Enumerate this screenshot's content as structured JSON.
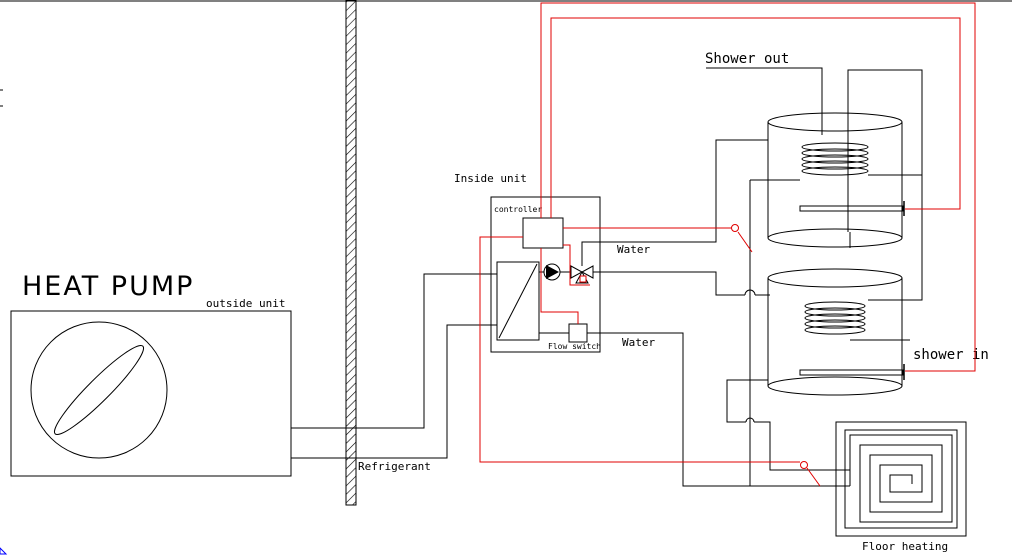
{
  "labels": {
    "heat_pump": "HEAT PUMP",
    "outside_unit": "outside unit",
    "refrigerant": "Refrigerant",
    "inside_unit": "Inside unit",
    "controller": "controller",
    "flow_switch": "Flow switch",
    "water_top": "Water",
    "water_bottom": "Water",
    "shower_out": "Shower out",
    "shower_in": "shower in",
    "floor_heating": "Floor heating"
  },
  "colors": {
    "line": "#000000",
    "control_wire": "#e00000",
    "corner_marker": "#0000ff"
  }
}
